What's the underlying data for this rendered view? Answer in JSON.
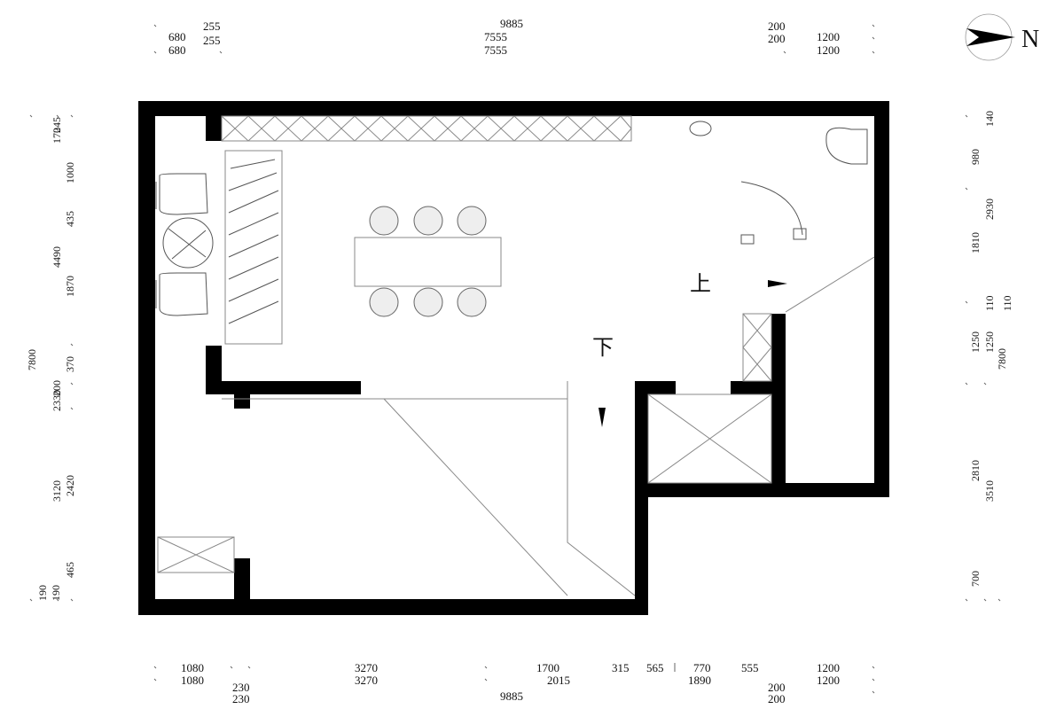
{
  "north": {
    "letter": "N"
  },
  "labels": {
    "up": "上",
    "down": "下"
  },
  "dims_top": {
    "row1": [
      "255",
      "9885",
      "200"
    ],
    "row2": [
      "680",
      "255",
      "7555",
      "200",
      "1200"
    ],
    "row3": [
      "680",
      "7555",
      "1200"
    ]
  },
  "dims_bottom": {
    "row1": [
      "1080",
      "3270",
      "1700",
      "315",
      "565",
      "770",
      "555",
      "1200"
    ],
    "row2": [
      "1080",
      "3270",
      "2015",
      "1890",
      "1200"
    ],
    "row3": [
      "230",
      "200"
    ],
    "row4": [
      "230",
      "9885",
      "200"
    ]
  },
  "dims_left": {
    "outer": [
      "7800"
    ],
    "mid": [
      "4490",
      "3120"
    ],
    "inner": [
      "170",
      "245",
      "1000",
      "435",
      "1870",
      "370",
      "200",
      "2330",
      "2420",
      "465",
      "190",
      "190"
    ]
  },
  "dims_right": {
    "outer": [
      "140",
      "980",
      "2930",
      "1810",
      "110",
      "110",
      "1250",
      "1250",
      "7800",
      "2810",
      "3510",
      "700"
    ]
  }
}
